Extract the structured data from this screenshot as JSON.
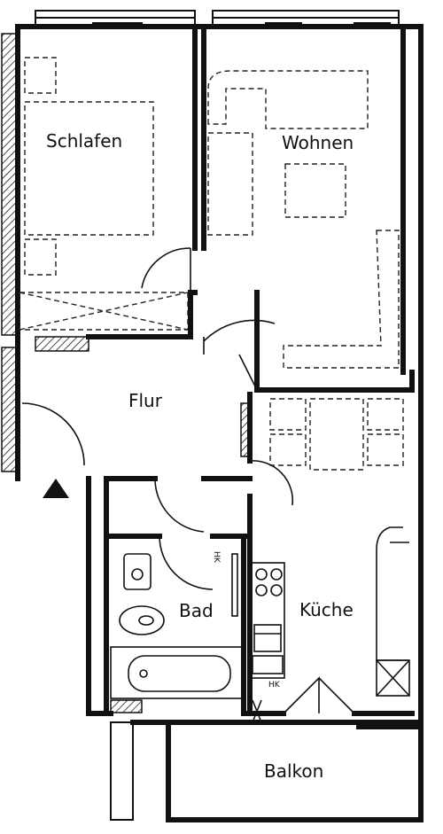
{
  "rooms": {
    "schlafen": "Schlafen",
    "wohnen": "Wohnen",
    "flur": "Flur",
    "bad": "Bad",
    "kueche": "Küche",
    "balkon": "Balkon"
  },
  "markers": {
    "hk_bad": "HK",
    "hk_kueche": "HK"
  }
}
